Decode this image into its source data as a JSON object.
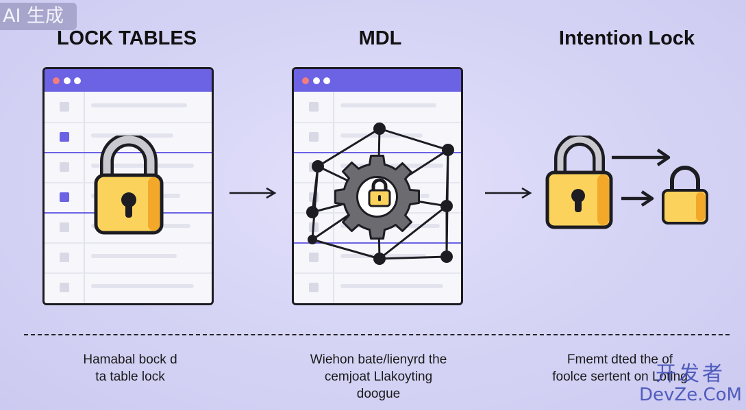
{
  "badge": {
    "text": "AI 生成"
  },
  "panels": [
    {
      "title": "LOCK TABLES",
      "caption_lines": [
        "Hamabal bock d",
        "ta table lock"
      ]
    },
    {
      "title": "MDL",
      "caption_lines": [
        "Wiehon bate/lienyrd the",
        "cemjoat Llakoyting",
        "doogue"
      ]
    },
    {
      "title": "Intention Lock",
      "caption_lines": [
        "Fmemt dted the of",
        "foolce sertent on Loting"
      ]
    }
  ],
  "watermark": {
    "chinese": "开发者",
    "latin": "DevZe.CoM"
  },
  "colors": {
    "background": "#d6d4f5",
    "accent": "#6c62e4",
    "lock_body": "#fbd35c",
    "lock_shade": "#f3a82a",
    "outline": "#1c1c22",
    "gear": "#6b6b70"
  },
  "icons": [
    "lock-icon",
    "gear-icon",
    "network-graph",
    "right-arrow-icon",
    "small-lock-icon"
  ]
}
